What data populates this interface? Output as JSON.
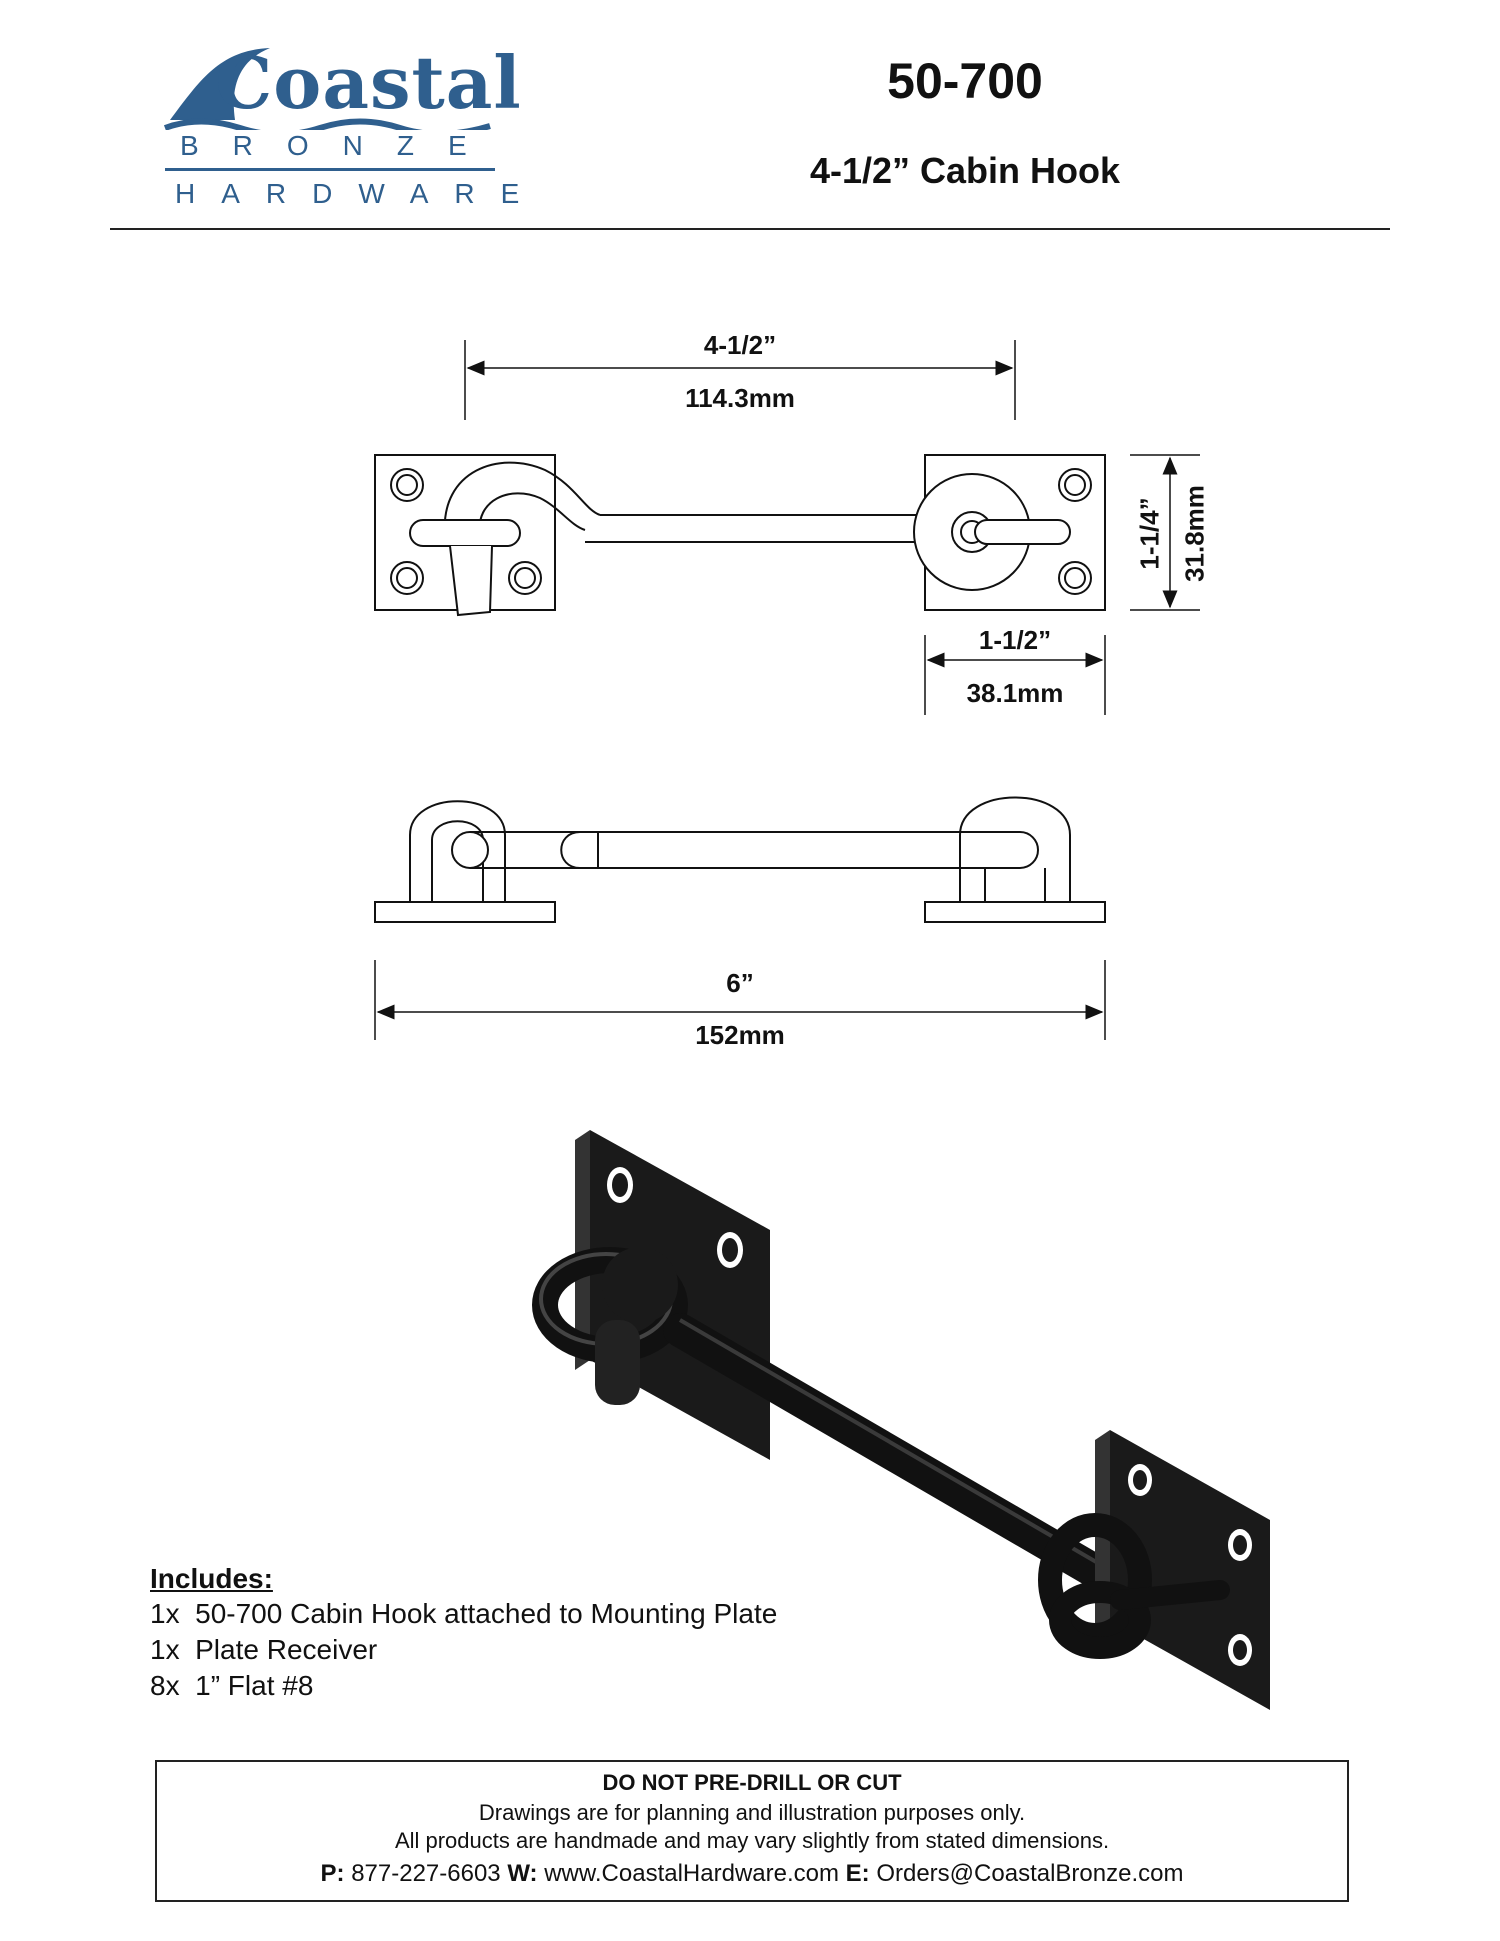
{
  "brand": {
    "name": "Coastal",
    "sub1": "BRONZE",
    "sub2": "HARDWARE",
    "color": "#2f5f8e"
  },
  "header": {
    "part_number": "50-700",
    "title": "4-1/2” Cabin Hook"
  },
  "dimensions": {
    "hook_in": "4-1/2”",
    "hook_mm": "114.3mm",
    "height_in": "1-1/4”",
    "height_mm": "31.8mm",
    "plate_in": "1-1/2”",
    "plate_mm": "38.1mm",
    "overall_in": "6”",
    "overall_mm": "152mm"
  },
  "includes": {
    "heading": "Includes:",
    "items": [
      "1x  50-700 Cabin Hook attached to Mounting Plate",
      "1x  Plate Receiver",
      "8x  1” Flat #8"
    ]
  },
  "footer": {
    "warning": "DO NOT PRE-DRILL OR CUT",
    "disclaimer1": "Drawings are for planning and illustration purposes only.",
    "disclaimer2": "All products are handmade and may vary slightly from stated dimensions.",
    "phone_label": "P:",
    "phone": "877-227-6603",
    "web_label": "W:",
    "web": "www.CoastalHardware.com",
    "email_label": "E:",
    "email": "Orders@CoastalBronze.com"
  }
}
